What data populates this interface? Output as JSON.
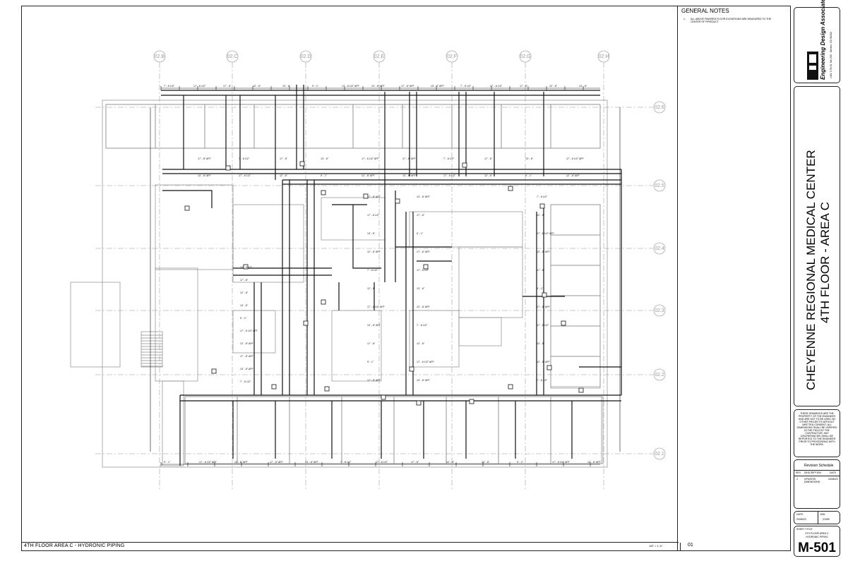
{
  "view": {
    "title": "4TH FLOOR AREA C - HYDRONIC PIPING",
    "scale": "1/8\" = 1'-0\"",
    "number": "01"
  },
  "grid": {
    "columns": [
      "02.B",
      "02.C",
      "02.D",
      "02.E",
      "02.F",
      "02.G",
      "02.H"
    ],
    "rows": [
      "02.6",
      "02.5",
      "02.4",
      "02.3",
      "02.2",
      "02.1"
    ]
  },
  "notes": {
    "title": "GENERAL NOTES",
    "items": [
      {
        "num": "1.",
        "text": "ALL ABOVE FINISHED FLOOR ELEVATIONS ARE MEASURED TO THE CENTER OF PIPE/DUCT."
      }
    ]
  },
  "firm": {
    "name": "Engineering Design Associates",
    "address": "1401 17th St, Ste 200 · Denver, CO 80202"
  },
  "project": {
    "name": "CHEYENNE REGIONAL MEDICAL CENTER",
    "area": "4TH FLOOR - AREA C"
  },
  "disclaimer": "THESE DRAWINGS ARE THE PROPERTY OF THE ENGINEER AND ARE NOT TO BE USED ON OTHER PROJECTS WITHOUT WRITTEN CONSENT. ALL DIMENSIONS SHALL BE VERIFIED IN THE FIELD BY THE CONTRACTOR. ANY DISCREPANCIES SHALL BE REPORTED TO THE ENGINEER PRIOR TO PROCEEDING WITH THE WORK.",
  "revision": {
    "title": "Revision Schedule",
    "headers": [
      "REV",
      "DESCRIPTION",
      "DATE"
    ],
    "rows": [
      {
        "rev": "2",
        "description": "UPDATED DIMENSIONS",
        "date": "03/08/23"
      }
    ]
  },
  "sheet_info": {
    "date_label": "DATE:",
    "date": "03/08/23",
    "job_label": "JOB:",
    "job": "21059",
    "title_label": "SHEET TITLE:",
    "title_line1": "4TH FLOOR AREA C",
    "title_line2": "HYDRONIC PIPING",
    "number": "M-501"
  },
  "dimension_labels": [
    "7' - 6 1/2\"",
    "17' - 6 1/2\"",
    "17' - 6\"",
    "12' - 6\"",
    "13' - 6\"",
    "9' - 1\"",
    "17' - 6 1/2\" AFF",
    "12' - 6\" AFF",
    "17' - 6\" AFF",
    "13' - 6\" AFF"
  ],
  "colors": {
    "line": "#1a1a1a",
    "grid": "#b0b0b0",
    "wall": "#9a9a9a"
  }
}
